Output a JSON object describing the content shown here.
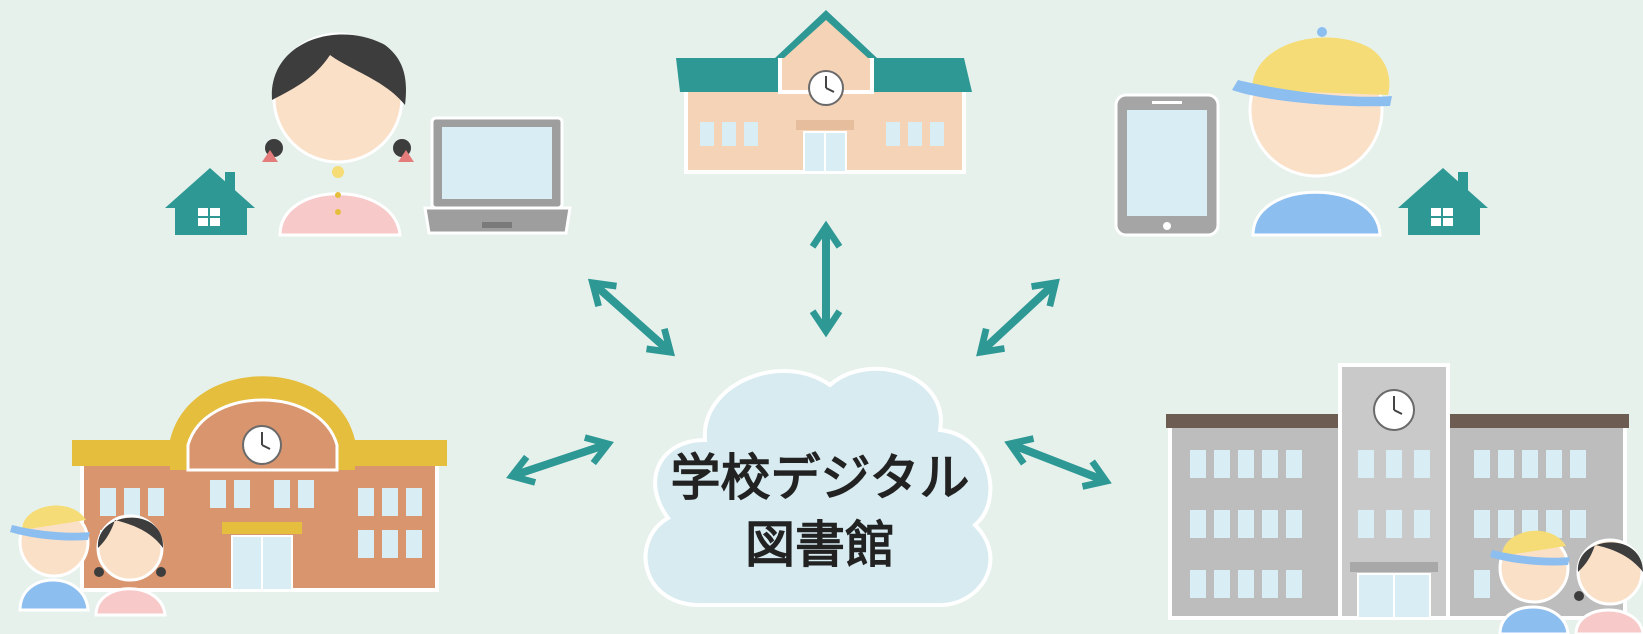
{
  "cloud": {
    "line1": "学校デジタル",
    "line2": "図書館"
  },
  "colors": {
    "background": "#e6f1ec",
    "teal": "#2e9894",
    "cloud": "#d7ebf1",
    "skin": "#fbe0c8",
    "hair": "#3d3d3d",
    "pink_shirt": "#f8c9c9",
    "blue_shirt": "#8cbef0",
    "yellow_cap": "#f6dc76",
    "gray_building": "#bdbdbd",
    "orange_building": "#d8956e",
    "gold_roof": "#e5be3e",
    "window": "#d9eef4"
  },
  "nodes": [
    {
      "name": "girl-at-home-with-laptop",
      "icons": [
        "house-icon",
        "girl-icon",
        "laptop-icon"
      ]
    },
    {
      "name": "school-building-teal",
      "icons": [
        "school-building-icon",
        "clock-icon"
      ]
    },
    {
      "name": "boy-at-home-with-tablet",
      "icons": [
        "tablet-icon",
        "boy-with-cap-icon",
        "house-icon"
      ]
    },
    {
      "name": "elementary-school-gold",
      "icons": [
        "school-building-icon",
        "clock-icon",
        "children-icon"
      ]
    },
    {
      "name": "junior-high-school-gray",
      "icons": [
        "school-building-icon",
        "clock-icon",
        "children-icon"
      ]
    }
  ],
  "arrows": [
    "bidirectional-arrow-icon"
  ]
}
